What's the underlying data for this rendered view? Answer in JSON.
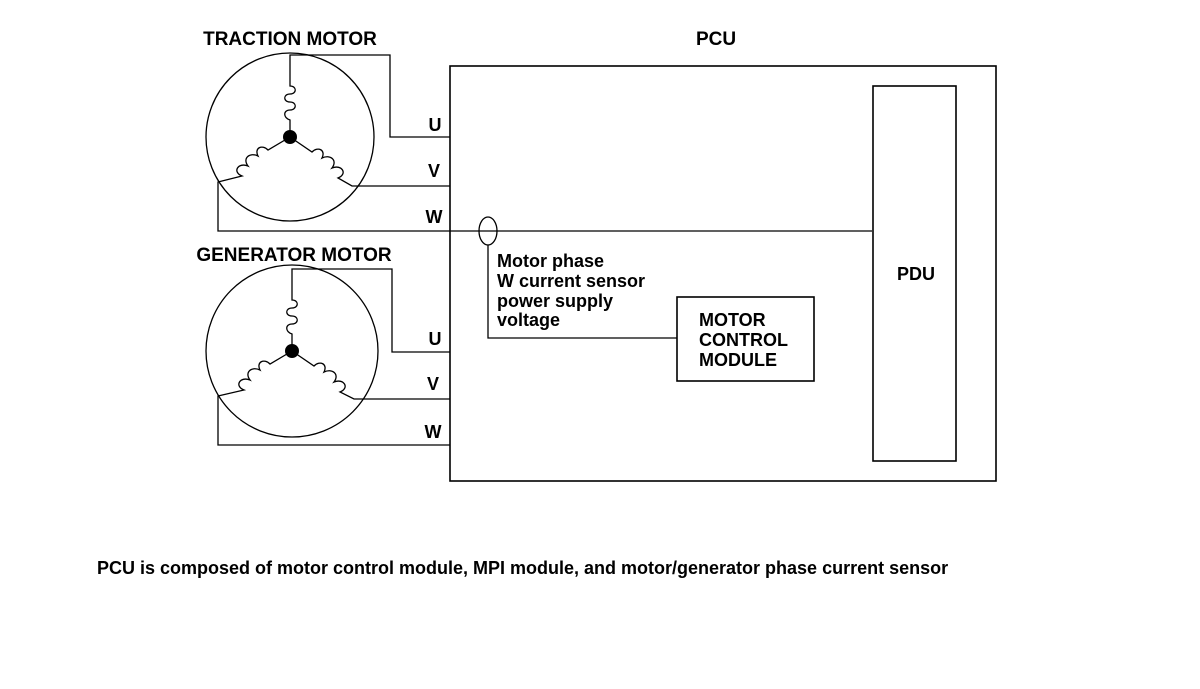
{
  "motors": {
    "traction": {
      "title": "TRACTION MOTOR",
      "phases": [
        "U",
        "V",
        "W"
      ]
    },
    "generator": {
      "title": "GENERATOR MOTOR",
      "phases": [
        "U",
        "V",
        "W"
      ]
    }
  },
  "pcu": {
    "title": "PCU"
  },
  "pdu": {
    "label": "PDU"
  },
  "sensor": {
    "lines": [
      "Motor phase",
      "W current sensor",
      "power supply",
      "voltage"
    ]
  },
  "motor_control_module": {
    "lines": [
      "MOTOR",
      "CONTROL",
      "MODULE"
    ]
  },
  "caption": "PCU is composed of motor control module, MPI module, and motor/generator phase current sensor"
}
